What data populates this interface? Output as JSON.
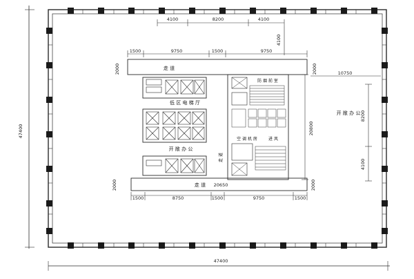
{
  "dimensions": {
    "top_inner": [
      "4100",
      "8200",
      "4100"
    ],
    "top_outer": [
      "1500",
      "9750",
      "1500",
      "9750"
    ],
    "bottom_outer": [
      "1500",
      "8750",
      "1500",
      "9750",
      "1500"
    ],
    "bottom_total_core": "20650",
    "left_core_top": "2000",
    "left_core_bottom": "2000",
    "right_core_top": "2000",
    "right_core_bottom": "2000",
    "right_core_mid": "20800",
    "right_lower": "4100",
    "right_upper": "8200",
    "right_offset": "10750",
    "top_right_vertical": "4100",
    "overall_width": "47400",
    "overall_height": "47400"
  },
  "labels": {
    "corridor_top": "走 道",
    "corridor_bottom": "走 道",
    "corridor_side": "走 道",
    "low_zone_elevator_hall": "低 区 电 梯 厅",
    "open_office_center": "开 敞 办 公",
    "open_office_right": "开 敞 办 公",
    "stairwell_top": "防 烟 前 室",
    "hvac_room": "空 调 机 房",
    "fresh_air": "进 风"
  }
}
